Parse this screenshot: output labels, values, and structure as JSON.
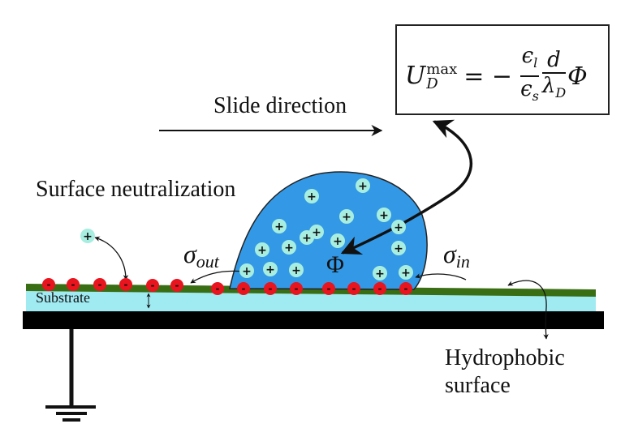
{
  "labels": {
    "slide_direction": "Slide direction",
    "surface_neutralization": "Surface neutralization",
    "sigma_out": "σ",
    "sigma_out_sub": "out",
    "sigma_in": "σ",
    "sigma_in_sub": "in",
    "phi": "Φ",
    "substrate": "Substrate",
    "hydrophobic_surface_line1": "Hydrophobic",
    "hydrophobic_surface_line2": "surface"
  },
  "equation": {
    "lhs": "U",
    "lhs_sub": "D",
    "lhs_sup": "max",
    "equals": "= −",
    "frac1_num": "ϵ",
    "frac1_num_sub": "l",
    "frac1_den": "ϵ",
    "frac1_den_sub": "s",
    "frac2_num": "d",
    "frac2_den": "λ",
    "frac2_den_sub": "D",
    "rhs": "Φ"
  },
  "charges": {
    "positive_symbol": "+",
    "negative_symbol": "-"
  },
  "colors": {
    "droplet": "#3399e6",
    "positive_ion": "#a8eee0",
    "negative_ion": "#e8141e",
    "hydrophobic_layer": "#3a6e14",
    "substrate": "#a0eaf2",
    "electrode": "#000000"
  }
}
